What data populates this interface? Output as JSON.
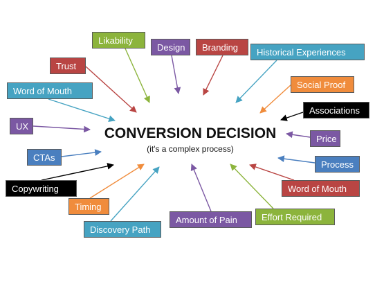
{
  "center": {
    "title": "CONVERSION DECISION",
    "subtitle": "(it's a complex process)"
  },
  "factors": [
    {
      "label": "Likability",
      "color": "#8cb43c"
    },
    {
      "label": "Design",
      "color": "#7b58a3"
    },
    {
      "label": "Branding",
      "color": "#b94543"
    },
    {
      "label": "Historical Experiences",
      "color": "#46a3c2"
    },
    {
      "label": "Trust",
      "color": "#b94543"
    },
    {
      "label": "Social Proof",
      "color": "#f08c3c"
    },
    {
      "label": "Word of Mouth",
      "color": "#46a3c2"
    },
    {
      "label": "Associations",
      "color": "#000000"
    },
    {
      "label": "UX",
      "color": "#7b58a3"
    },
    {
      "label": "Price",
      "color": "#7b58a3"
    },
    {
      "label": "CTAs",
      "color": "#4a7fbf"
    },
    {
      "label": "Process",
      "color": "#4a7fbf"
    },
    {
      "label": "Copywriting",
      "color": "#000000"
    },
    {
      "label": "Word of Mouth",
      "color": "#b94543"
    },
    {
      "label": "Timing",
      "color": "#f08c3c"
    },
    {
      "label": "Amount of Pain",
      "color": "#7b58a3"
    },
    {
      "label": "Effort Required",
      "color": "#8cb43c"
    },
    {
      "label": "Discovery Path",
      "color": "#46a3c2"
    }
  ]
}
